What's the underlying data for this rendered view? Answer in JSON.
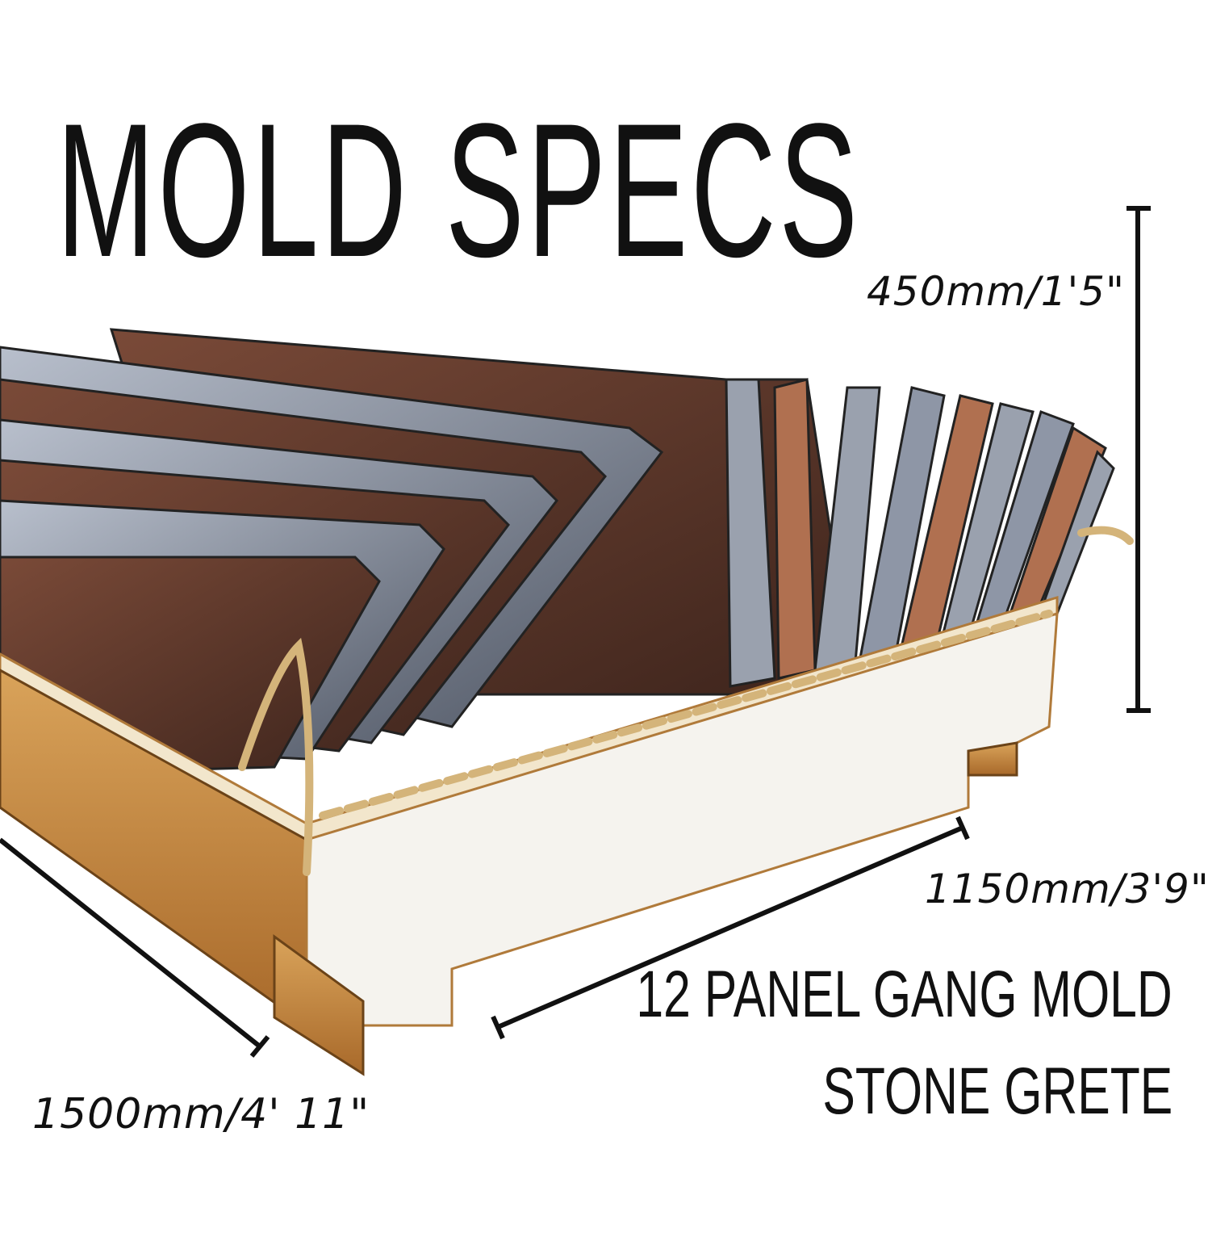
{
  "title": "MOLD SPECS",
  "dimensions": {
    "height": "450mm/1'5\"",
    "width": "1150mm/3'9\"",
    "length": "1500mm/4' 11\""
  },
  "caption": {
    "line1": "12 PANEL GANG MOLD",
    "line2": "STONE GRETE"
  },
  "colors": {
    "text": "#111111",
    "wood": "#c98f45",
    "panel_dark": "#5a3a2e",
    "panel_grey": "#8e96a6"
  }
}
